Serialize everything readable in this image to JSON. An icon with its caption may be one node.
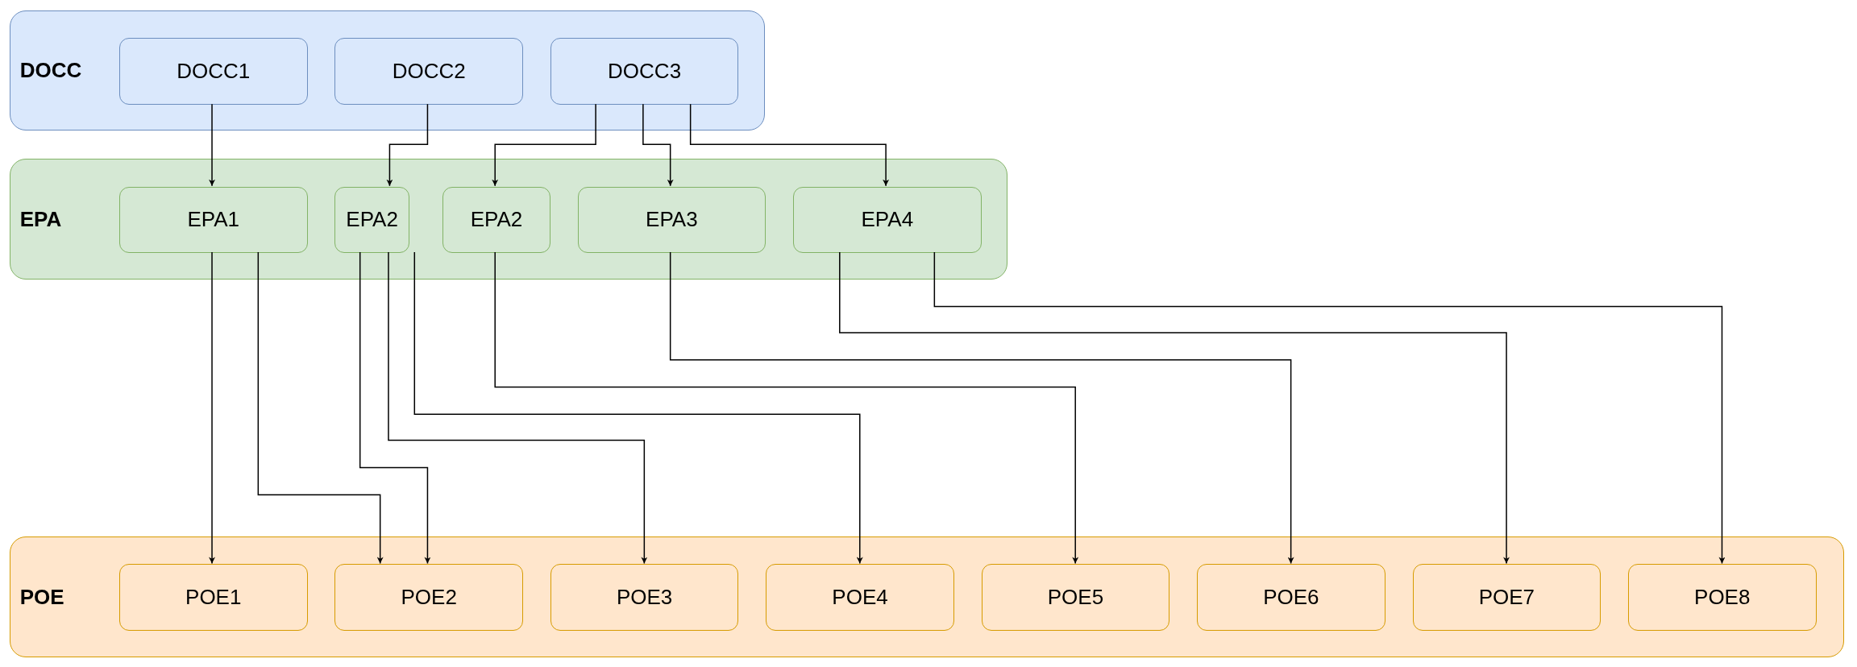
{
  "diagram": {
    "nodes": [
      {
        "text": [
          "DOCC"
        ]
      },
      {
        "text": [
          "DOCC1"
        ],
        "in": 0
      },
      {
        "text": [
          "DOCC2"
        ],
        "in": 0
      },
      {
        "text": [
          "DOCC3"
        ],
        "in": 0
      },
      {
        "text": [
          "EPA"
        ]
      },
      {
        "text": [
          "EPA1"
        ],
        "in": 4
      },
      {
        "text": [
          "EPA2"
        ],
        "in": 4
      },
      {
        "text": [
          "EPA2"
        ],
        "in": 4
      },
      {
        "text": [
          "EPA3"
        ],
        "in": 4
      },
      {
        "text": [
          "EPA4"
        ],
        "in": 4
      },
      {
        "text": [
          "POE"
        ]
      },
      {
        "text": [
          "POE1"
        ],
        "in": 10
      },
      {
        "text": [
          "POE2"
        ],
        "in": 10
      },
      {
        "text": [
          "POE3"
        ],
        "in": 10
      },
      {
        "text": [
          "POE4"
        ],
        "in": 10
      },
      {
        "text": [
          "POE5"
        ],
        "in": 10
      },
      {
        "text": [
          "POE6"
        ],
        "in": 10
      },
      {
        "text": [
          "POE7"
        ],
        "in": 10
      },
      {
        "text": [
          "POE8"
        ],
        "in": 10
      }
    ],
    "edges": [
      {
        "from": 1,
        "to": 5,
        "arrow": "to"
      },
      {
        "from": 2,
        "to": 6,
        "arrow": "to"
      },
      {
        "from": 3,
        "to": 7,
        "arrow": "to"
      },
      {
        "from": 3,
        "to": 8,
        "arrow": "to"
      },
      {
        "from": 3,
        "to": 9,
        "arrow": "to"
      },
      {
        "from": 5,
        "to": 11,
        "arrow": "to"
      },
      {
        "from": 5,
        "to": 12,
        "arrow": "to"
      },
      {
        "from": 6,
        "to": 12,
        "arrow": "to"
      },
      {
        "from": 6,
        "to": 13,
        "arrow": "to"
      },
      {
        "from": 6,
        "to": 14,
        "arrow": "to"
      },
      {
        "from": 7,
        "to": 15,
        "arrow": "to"
      },
      {
        "from": 8,
        "to": 16,
        "arrow": "to"
      },
      {
        "from": 9,
        "to": 17,
        "arrow": "to"
      },
      {
        "from": 9,
        "to": 18,
        "arrow": "to"
      }
    ]
  }
}
